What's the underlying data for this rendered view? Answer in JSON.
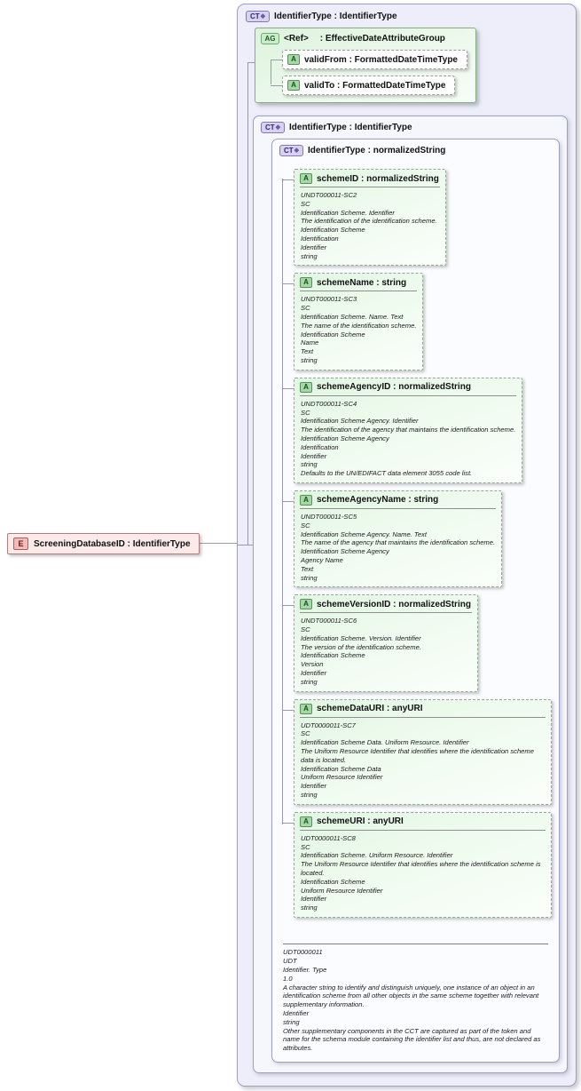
{
  "colors": {
    "element_fill": "#fbeaea",
    "complex_type_fill": "#edeefa",
    "attribute_fill": "#e2f6e2",
    "border_purple": "#9d9fc5",
    "border_green": "#86ad86"
  },
  "element": {
    "icon": "E",
    "label": "ScreeningDatabaseID : IdentifierType"
  },
  "outer_type": {
    "icon": "CT",
    "label": "IdentifierType : IdentifierType"
  },
  "attribute_group": {
    "icon": "AG",
    "name": "<Ref>",
    "type": ": EffectiveDateAttributeGroup",
    "attributes": [
      {
        "icon": "A",
        "label": "validFrom : FormattedDateTimeType"
      },
      {
        "icon": "A",
        "label": "validTo : FormattedDateTimeType"
      }
    ]
  },
  "nested_type": {
    "icon": "CT",
    "label": "IdentifierType : IdentifierType"
  },
  "base_type": {
    "icon": "CT",
    "label": "IdentifierType : normalizedString",
    "attributes": [
      {
        "icon": "A",
        "label": "schemeID : normalizedString",
        "docs": [
          "UNDT000011-SC2",
          "SC",
          "Identification Scheme. Identifier",
          "The identification of the identification scheme.",
          "Identification Scheme",
          "Identification",
          "Identifier",
          "string"
        ]
      },
      {
        "icon": "A",
        "label": "schemeName : string",
        "docs": [
          "UNDT000011-SC3",
          "SC",
          "Identification Scheme. Name. Text",
          "The name of the identification scheme.",
          "Identification Scheme",
          "Name",
          "Text",
          "string"
        ]
      },
      {
        "icon": "A",
        "label": "schemeAgencyID : normalizedString",
        "docs": [
          "UNDT000011-SC4",
          "SC",
          "Identification Scheme Agency. Identifier",
          "The identification of the agency that maintains the identification scheme.",
          "Identification Scheme Agency",
          "Identification",
          "Identifier",
          "string",
          "Defaults to the UN/EDIFACT data element 3055 code list."
        ]
      },
      {
        "icon": "A",
        "label": "schemeAgencyName : string",
        "docs": [
          "UNDT000011-SC5",
          "SC",
          "Identification Scheme Agency. Name. Text",
          "The name of the agency that maintains the identification scheme.",
          "Identification Scheme Agency",
          "Agency Name",
          "Text",
          "string"
        ]
      },
      {
        "icon": "A",
        "label": "schemeVersionID : normalizedString",
        "docs": [
          "UNDT000011-SC6",
          "SC",
          "Identification Scheme. Version. Identifier",
          "The version of the identification scheme.",
          "Identification Scheme",
          "Version",
          "Identifier",
          "string"
        ]
      },
      {
        "icon": "A",
        "label": "schemeDataURI : anyURI",
        "docs": [
          "UDT0000011-SC7",
          "SC",
          "Identification Scheme Data. Uniform Resource. Identifier",
          "The Uniform Resource Identifier that identifies where the identification scheme data is located.",
          "Identification Scheme Data",
          "Uniform Resource Identifier",
          "Identifier",
          "string"
        ]
      },
      {
        "icon": "A",
        "label": "schemeURI : anyURI",
        "docs": [
          "UDT0000011-SC8",
          "SC",
          "Identification Scheme. Uniform Resource. Identifier",
          "The Uniform Resource Identifier that identifies where the identification scheme is located.",
          "Identification Scheme",
          "Uniform Resource Identifier",
          "Identifier",
          "string"
        ]
      }
    ],
    "documentation": [
      "UDT0000011",
      "UDT",
      "Identifier. Type",
      "1.0",
      "A character string to identify and distinguish uniquely, one instance of an object in an identification scheme from all other objects in the same scheme together with relevant supplementary information.",
      "Identifier",
      "string",
      "Other supplementary components in the CCT are captured as part of the token and name for the schema module containing the identifier list and thus, are not declared as attributes."
    ]
  }
}
